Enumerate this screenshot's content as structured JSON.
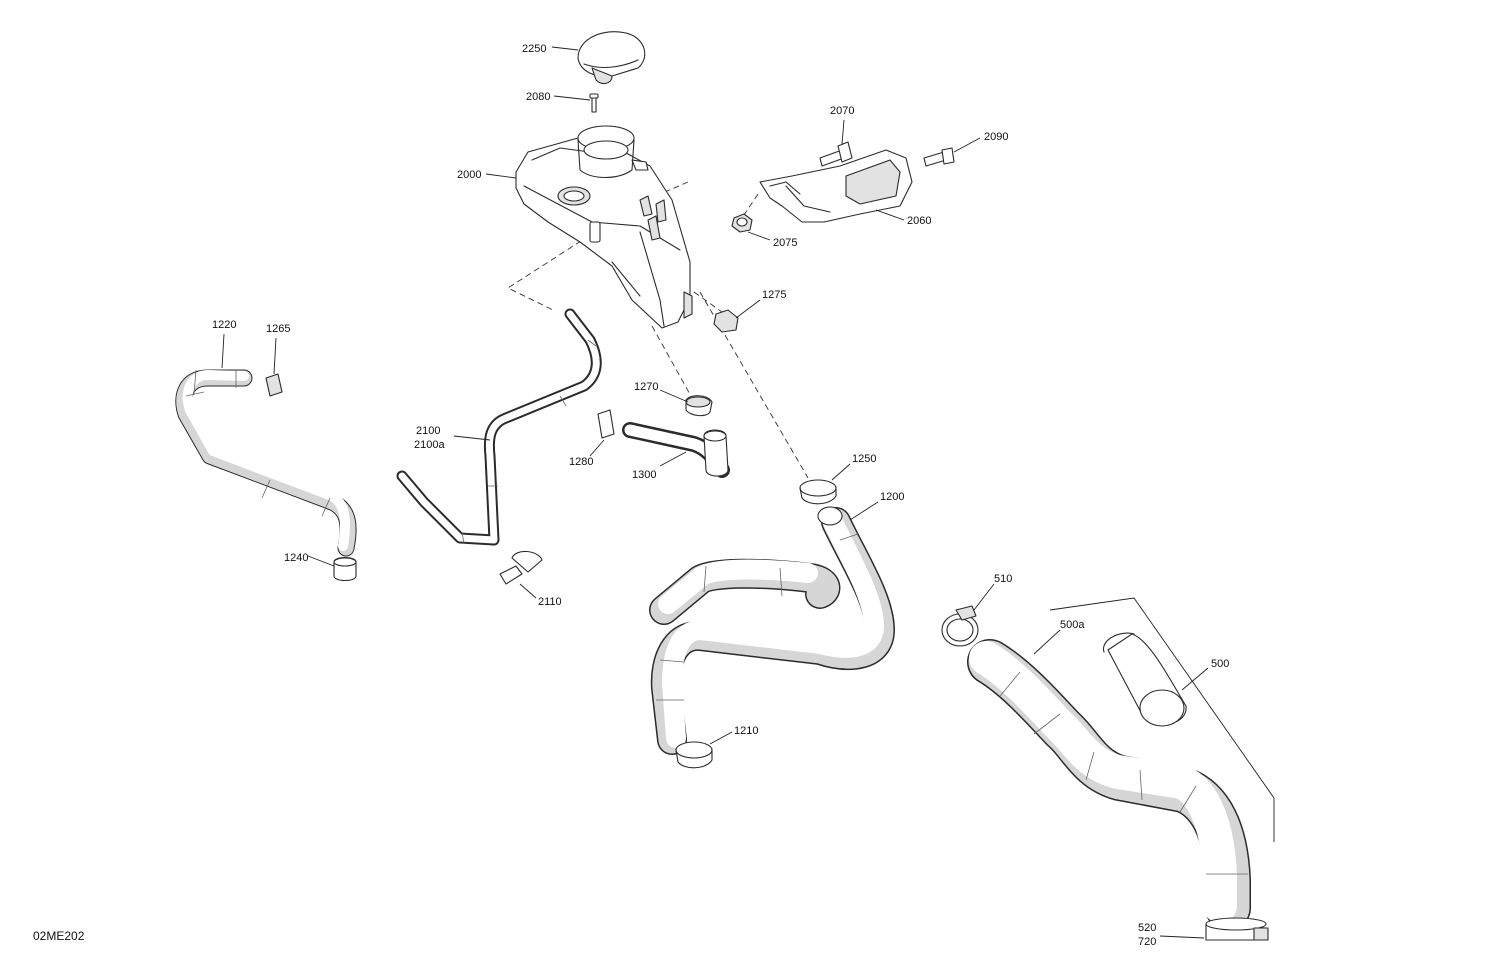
{
  "diagram_code": "02ME202",
  "callouts": [
    {
      "id": "c2250",
      "text": "2250"
    },
    {
      "id": "c2080",
      "text": "2080"
    },
    {
      "id": "c2000",
      "text": "2000"
    },
    {
      "id": "c2070",
      "text": "2070"
    },
    {
      "id": "c2090",
      "text": "2090"
    },
    {
      "id": "c2060",
      "text": "2060"
    },
    {
      "id": "c2075",
      "text": "2075"
    },
    {
      "id": "c1275",
      "text": "1275"
    },
    {
      "id": "c1220",
      "text": "1220"
    },
    {
      "id": "c1265",
      "text": "1265"
    },
    {
      "id": "c2100",
      "text": "2100"
    },
    {
      "id": "c2100a",
      "text": "2100a"
    },
    {
      "id": "c1270",
      "text": "1270"
    },
    {
      "id": "c1280",
      "text": "1280"
    },
    {
      "id": "c1300",
      "text": "1300"
    },
    {
      "id": "c1250",
      "text": "1250"
    },
    {
      "id": "c1200",
      "text": "1200"
    },
    {
      "id": "c1240",
      "text": "1240"
    },
    {
      "id": "c2110",
      "text": "2110"
    },
    {
      "id": "c510",
      "text": "510"
    },
    {
      "id": "c500a",
      "text": "500a"
    },
    {
      "id": "c500",
      "text": "500"
    },
    {
      "id": "c1210",
      "text": "1210"
    },
    {
      "id": "c520",
      "text": "520"
    },
    {
      "id": "c720",
      "text": "720"
    }
  ]
}
